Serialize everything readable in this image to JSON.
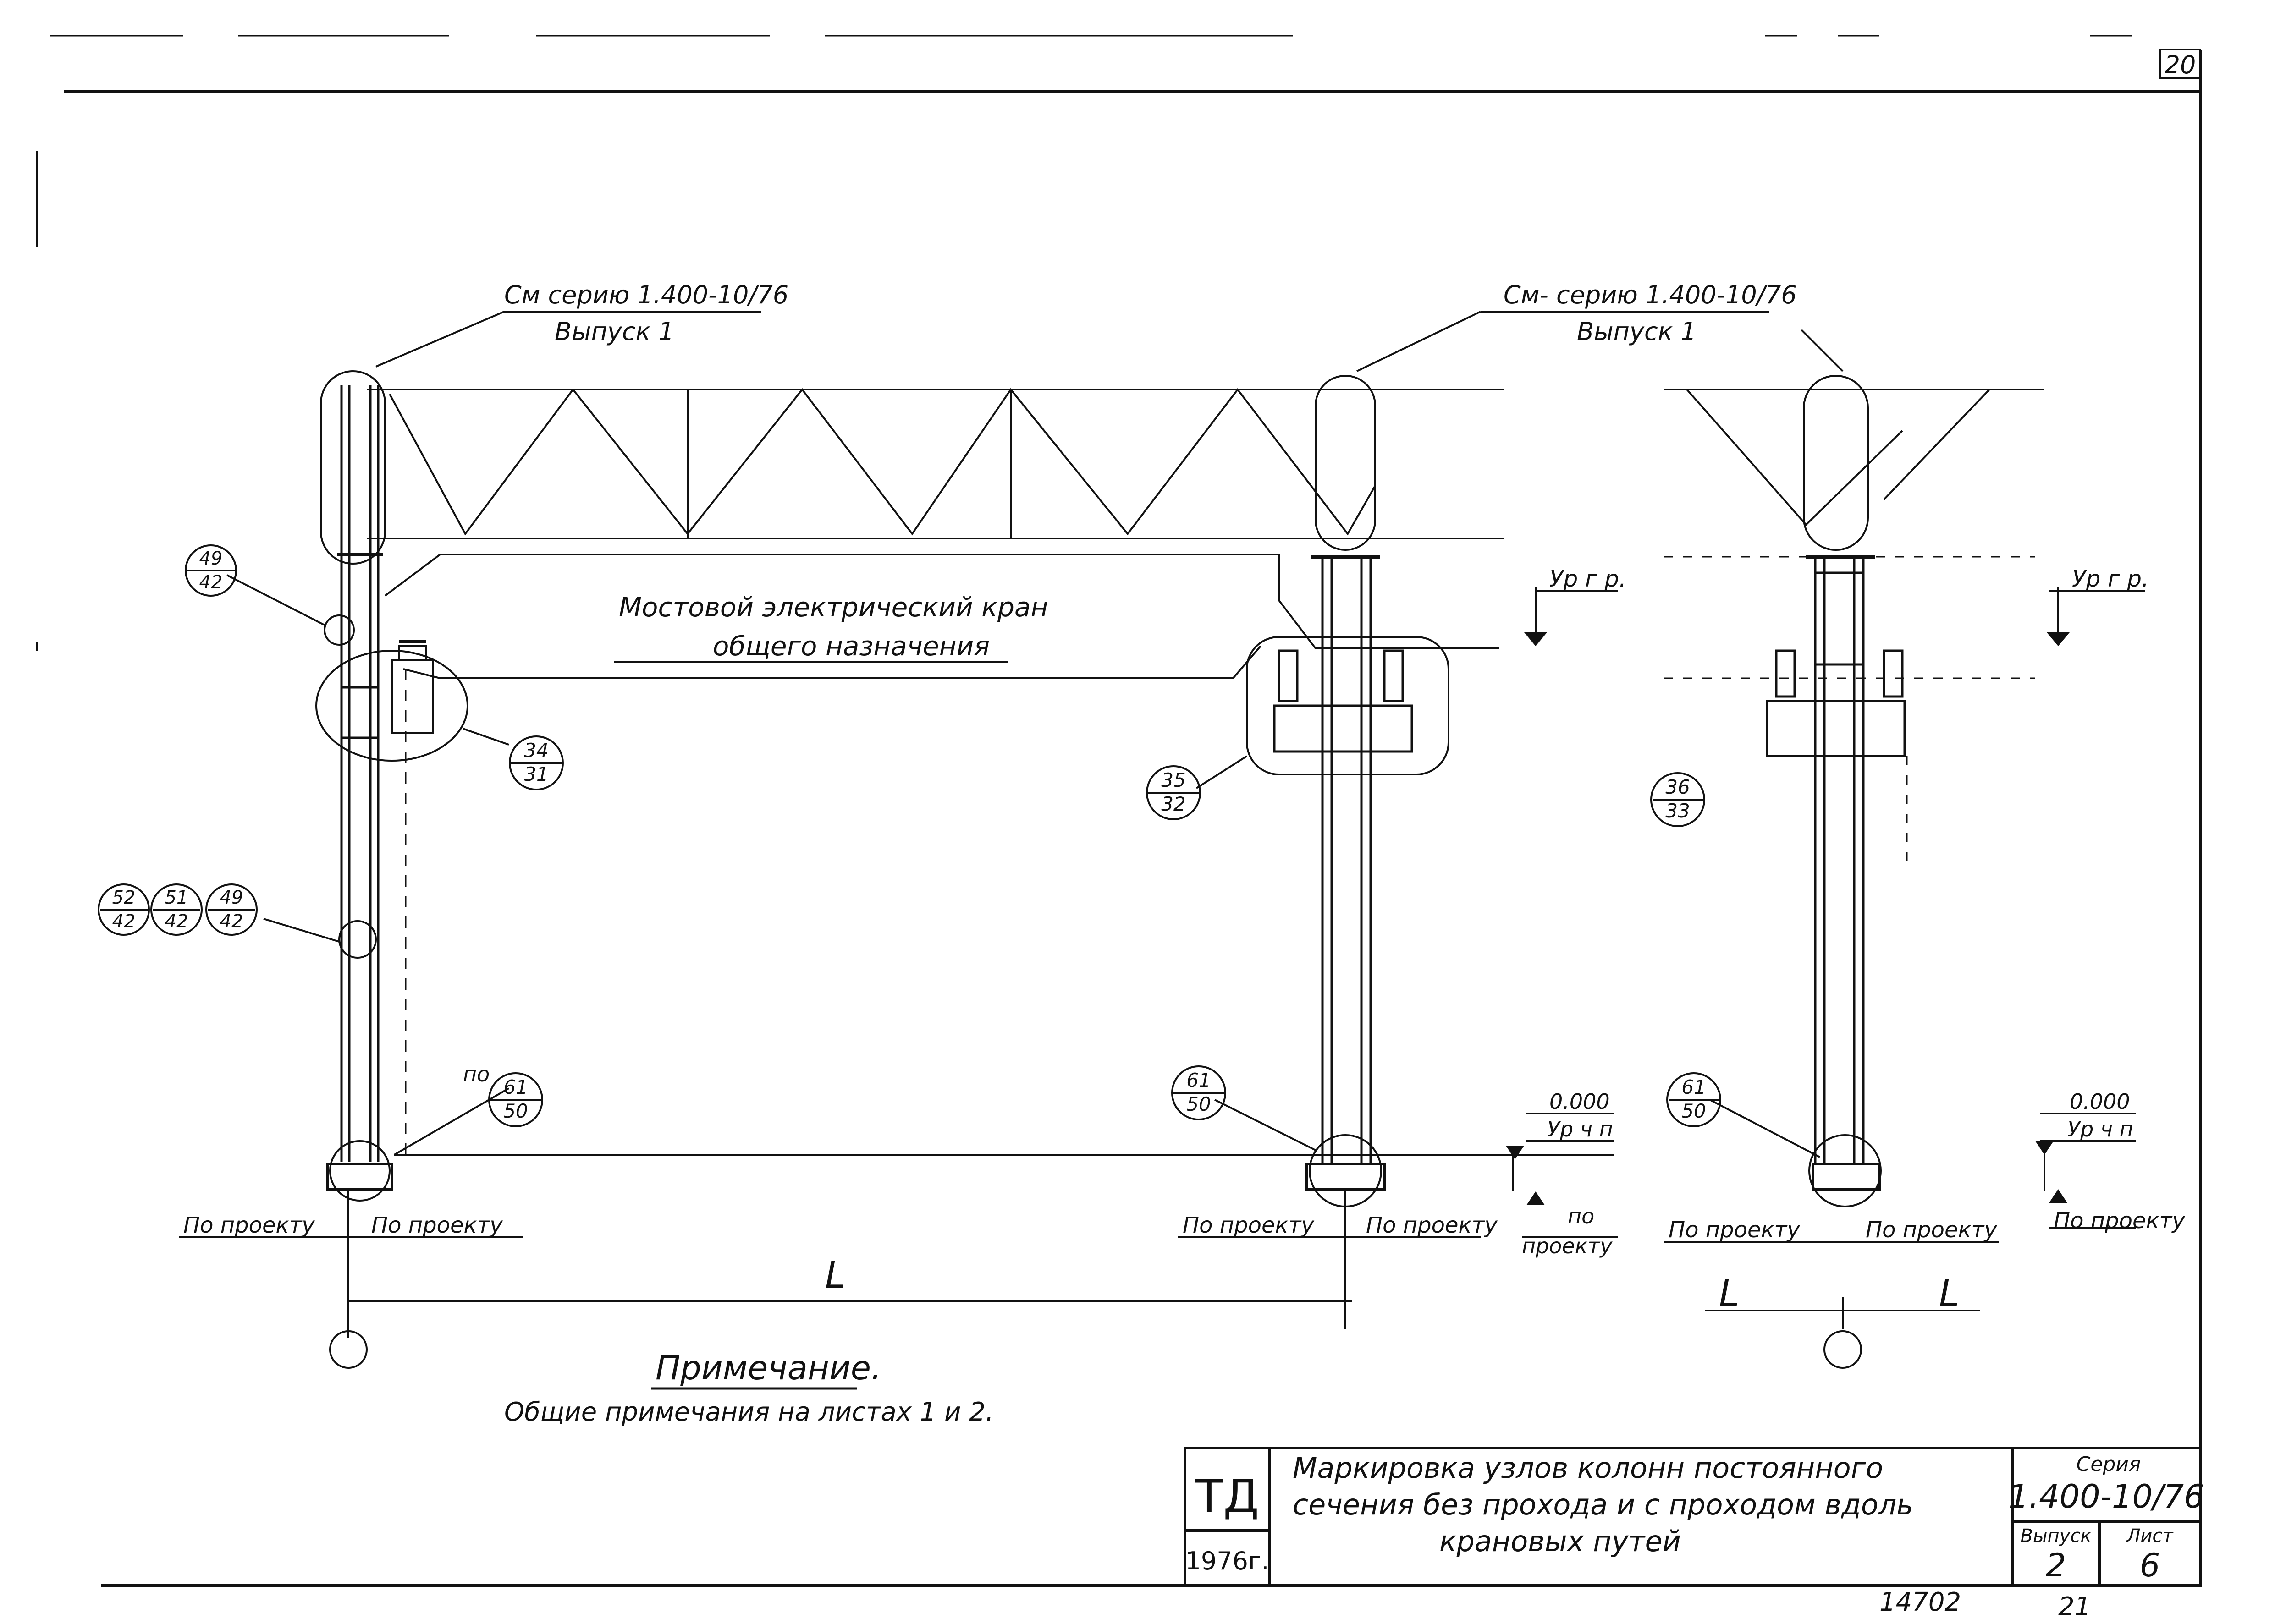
{
  "sheet_number_top": "20",
  "leader_notes": {
    "left": {
      "line1": "См серию 1.400-10/76",
      "line2": "Выпуск 1"
    },
    "right": {
      "line1": "См- серию 1.400-10/76",
      "line2": "Выпуск 1"
    }
  },
  "crane_label": {
    "line1": "Мостовой электрический кран",
    "line2": "общего назначения"
  },
  "level_labels": {
    "crane_rail": "Ур г р.",
    "zero_value": "0.000",
    "floor": "Ур ч п"
  },
  "dimension_labels": {
    "po_proektu": "По проекту",
    "po_proektu_split_top": "по",
    "po_proektu_split_bottom": "проекту",
    "span": "L",
    "prefix_po": "по"
  },
  "node_markers": {
    "m49_42_top": {
      "top": "49",
      "bottom": "42"
    },
    "m34_31": {
      "top": "34",
      "bottom": "31"
    },
    "m52_42": {
      "top": "52",
      "bottom": "42"
    },
    "m51_42": {
      "top": "51",
      "bottom": "42"
    },
    "m49_42_mid": {
      "top": "49",
      "bottom": "42"
    },
    "m61_50_left": {
      "top": "61",
      "bottom": "50"
    },
    "m35_32": {
      "top": "35",
      "bottom": "32"
    },
    "m61_50_mid": {
      "top": "61",
      "bottom": "50"
    },
    "m36_33": {
      "top": "36",
      "bottom": "33"
    },
    "m61_50_right": {
      "top": "61",
      "bottom": "50"
    }
  },
  "note": {
    "heading": "Примечание.",
    "text": "Общие примечания на листах 1 и 2."
  },
  "title_block": {
    "org": "ТД",
    "year": "1976г.",
    "title_line1": "Маркировка узлов колонн постоянного",
    "title_line2": "сечения без прохода и с проходом вдоль",
    "title_line3": "крановых путей",
    "series_label": "Серия",
    "series_value": "1.400-10/76",
    "issue_label": "Выпуск",
    "issue_value": "2",
    "sheet_label": "Лист",
    "sheet_value": "6"
  },
  "archive_number": "14702",
  "page_number_bottom": "21"
}
